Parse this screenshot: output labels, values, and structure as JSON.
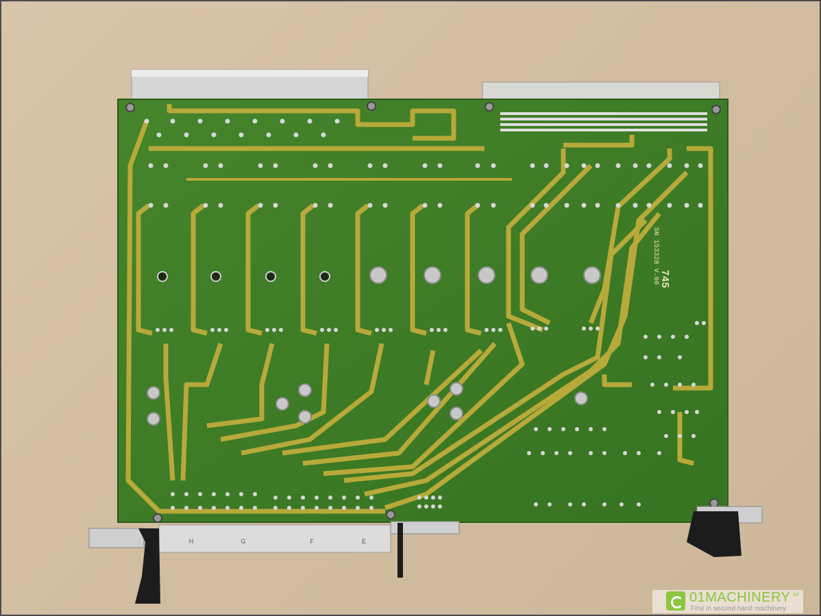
{
  "board": {
    "brand_label": "",
    "model_number": "745",
    "serial_text": "SN 153328 V.00"
  },
  "connector_labels": [
    "H",
    "G",
    "F",
    "E"
  ],
  "watermark": {
    "name": "01MACHINERY",
    "suffix": "srl",
    "tagline": "First in second hand machinery"
  },
  "colors": {
    "background": "#d3bea2",
    "board": "#3f7d26",
    "trace": "#b7a93a",
    "pad": "#d8d8d8",
    "watermark": "#8cc63f"
  }
}
